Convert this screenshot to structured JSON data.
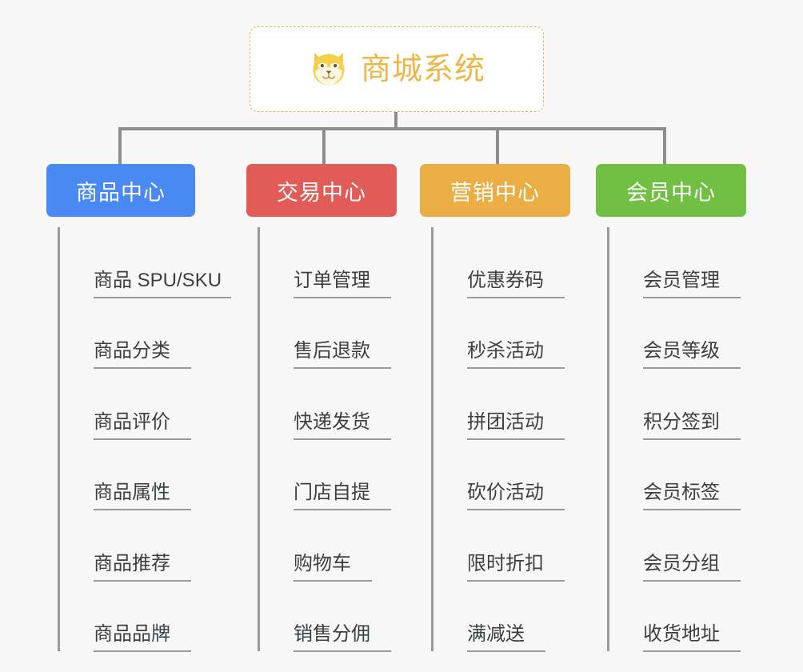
{
  "root": {
    "title": "商城系统",
    "icon": "shiba-dog-face-icon",
    "border_color": "#e8b64c",
    "text_color": "#eeb647"
  },
  "connector_color": "#8d8d8d",
  "background_color": "#f7f7f7",
  "columns": [
    {
      "header": "商品中心",
      "color": "#4a89f3",
      "items": [
        "商品 SPU/SKU",
        "商品分类",
        "商品评价",
        "商品属性",
        "商品推荐",
        "商品品牌"
      ]
    },
    {
      "header": "交易中心",
      "color": "#e25c57",
      "items": [
        "订单管理",
        "售后退款",
        "快递发货",
        "门店自提",
        "购物车",
        "销售分佣"
      ]
    },
    {
      "header": "营销中心",
      "color": "#eaae44",
      "items": [
        "优惠券码",
        "秒杀活动",
        "拼团活动",
        "砍价活动",
        "限时折扣",
        "满减送"
      ]
    },
    {
      "header": "会员中心",
      "color": "#72c043",
      "items": [
        "会员管理",
        "会员等级",
        "积分签到",
        "会员标签",
        "会员分组",
        "收货地址"
      ]
    }
  ]
}
